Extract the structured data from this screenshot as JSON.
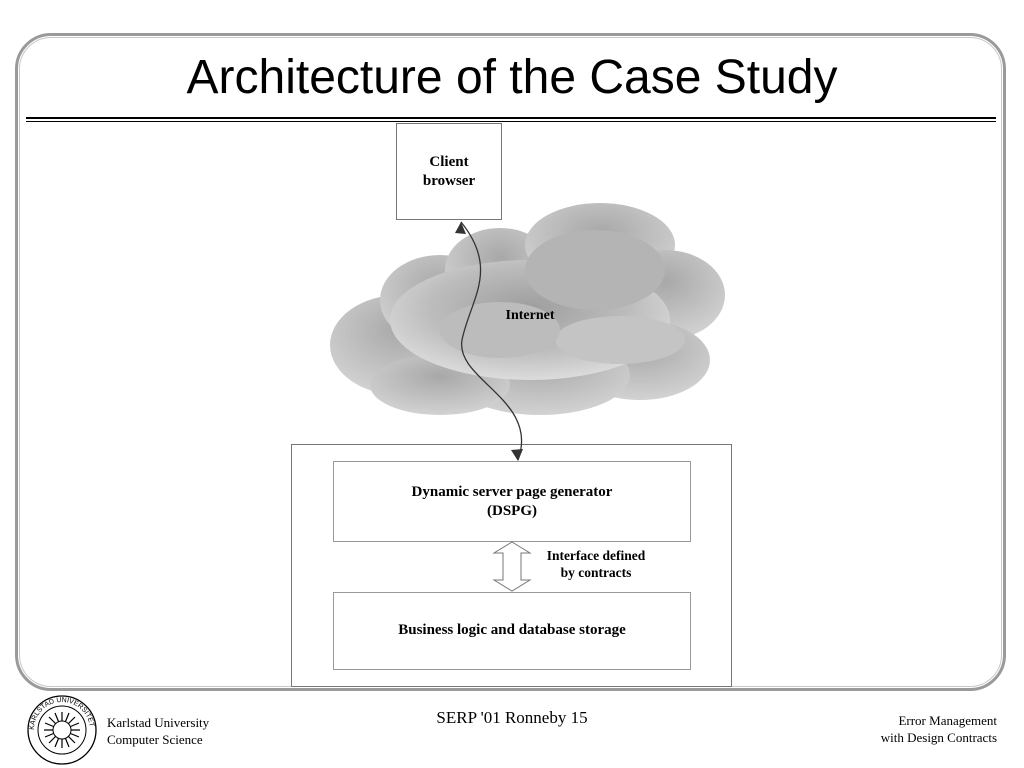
{
  "slide": {
    "title": "Architecture of the Case Study"
  },
  "diagram": {
    "client_box": {
      "line1": "Client",
      "line2": "browser"
    },
    "cloud_label": "Internet",
    "dspg_box": {
      "line1": "Dynamic server page generator",
      "line2": "(DSPG)"
    },
    "interface_label": {
      "line1": "Interface defined",
      "line2": "by contracts"
    },
    "business_box": {
      "line1": "Business logic and database storage"
    }
  },
  "footer": {
    "left": {
      "line1": "Karlstad University",
      "line2": "Computer Science"
    },
    "center": "SERP '01 Ronneby 15",
    "right": {
      "line1": "Error Management",
      "line2": "with Design Contracts"
    },
    "logo_text": "KARLSTAD UNIVERSITET"
  }
}
